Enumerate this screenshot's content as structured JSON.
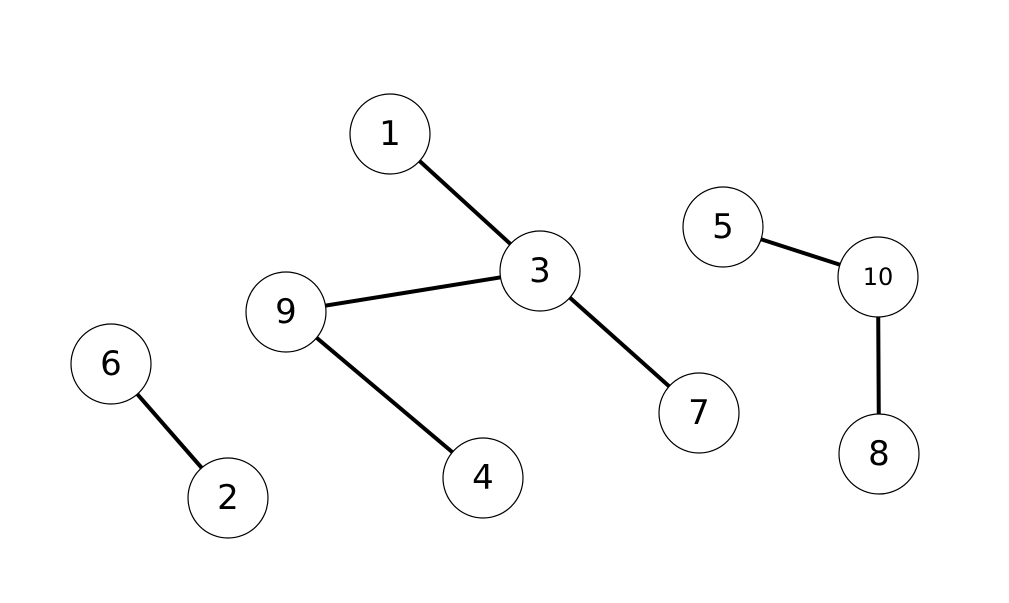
{
  "graph": {
    "nodes": [
      {
        "id": "1",
        "label": "1"
      },
      {
        "id": "2",
        "label": "2"
      },
      {
        "id": "3",
        "label": "3"
      },
      {
        "id": "4",
        "label": "4"
      },
      {
        "id": "5",
        "label": "5"
      },
      {
        "id": "6",
        "label": "6"
      },
      {
        "id": "7",
        "label": "7"
      },
      {
        "id": "8",
        "label": "8"
      },
      {
        "id": "9",
        "label": "9"
      },
      {
        "id": "10",
        "label": "10"
      }
    ],
    "edges": [
      {
        "from": "1",
        "to": "3"
      },
      {
        "from": "3",
        "to": "9"
      },
      {
        "from": "3",
        "to": "7"
      },
      {
        "from": "9",
        "to": "4"
      },
      {
        "from": "6",
        "to": "2"
      },
      {
        "from": "5",
        "to": "10"
      },
      {
        "from": "10",
        "to": "8"
      }
    ],
    "colors": {
      "node_fill": "#ffffff",
      "stroke": "#000000",
      "label": "#000000",
      "background": "#ffffff"
    }
  }
}
